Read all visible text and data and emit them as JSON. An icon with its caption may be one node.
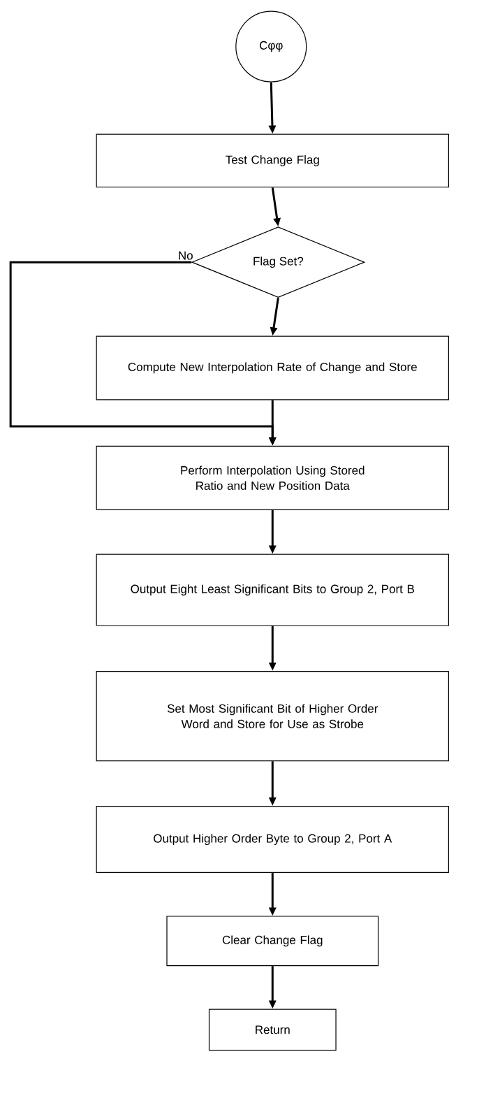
{
  "diagram": {
    "nodes": [
      {
        "text": [
          "Cφφ"
        ]
      },
      {
        "text": [
          "Test Change Flag"
        ]
      },
      {
        "text": [
          "Flag Set?"
        ]
      },
      {
        "text": [
          "Compute New Interpolation Rate of Change and Store"
        ]
      },
      {
        "text": [
          "Perform Interpolation Using Stored Ratio and New Position Data"
        ]
      },
      {
        "text": [
          "Output Eight Least Significant Bits to Group 2, Port B"
        ]
      },
      {
        "text": [
          "Set Most Significant Bit of Higher Order Word and Store for Use as Strobe"
        ]
      },
      {
        "text": [
          "Output Higher Order Byte to Group 2, Port A"
        ]
      },
      {
        "text": [
          "Clear Change Flag"
        ]
      },
      {
        "text": [
          "Return"
        ]
      }
    ],
    "edges": [
      {
        "from": 0,
        "to": 1,
        "arrow": "to"
      },
      {
        "from": 1,
        "to": 2,
        "arrow": "to"
      },
      {
        "from": 2,
        "to": 3,
        "arrow": "to"
      },
      {
        "from": 2,
        "to": 4,
        "arrow": "to",
        "label": "No"
      },
      {
        "from": 3,
        "to": 4,
        "arrow": "to"
      },
      {
        "from": 4,
        "to": 5,
        "arrow": "to"
      },
      {
        "from": 5,
        "to": 6,
        "arrow": "to"
      },
      {
        "from": 6,
        "to": 7,
        "arrow": "to"
      },
      {
        "from": 7,
        "to": 8,
        "arrow": "to"
      },
      {
        "from": 8,
        "to": 9,
        "arrow": "to"
      }
    ]
  }
}
